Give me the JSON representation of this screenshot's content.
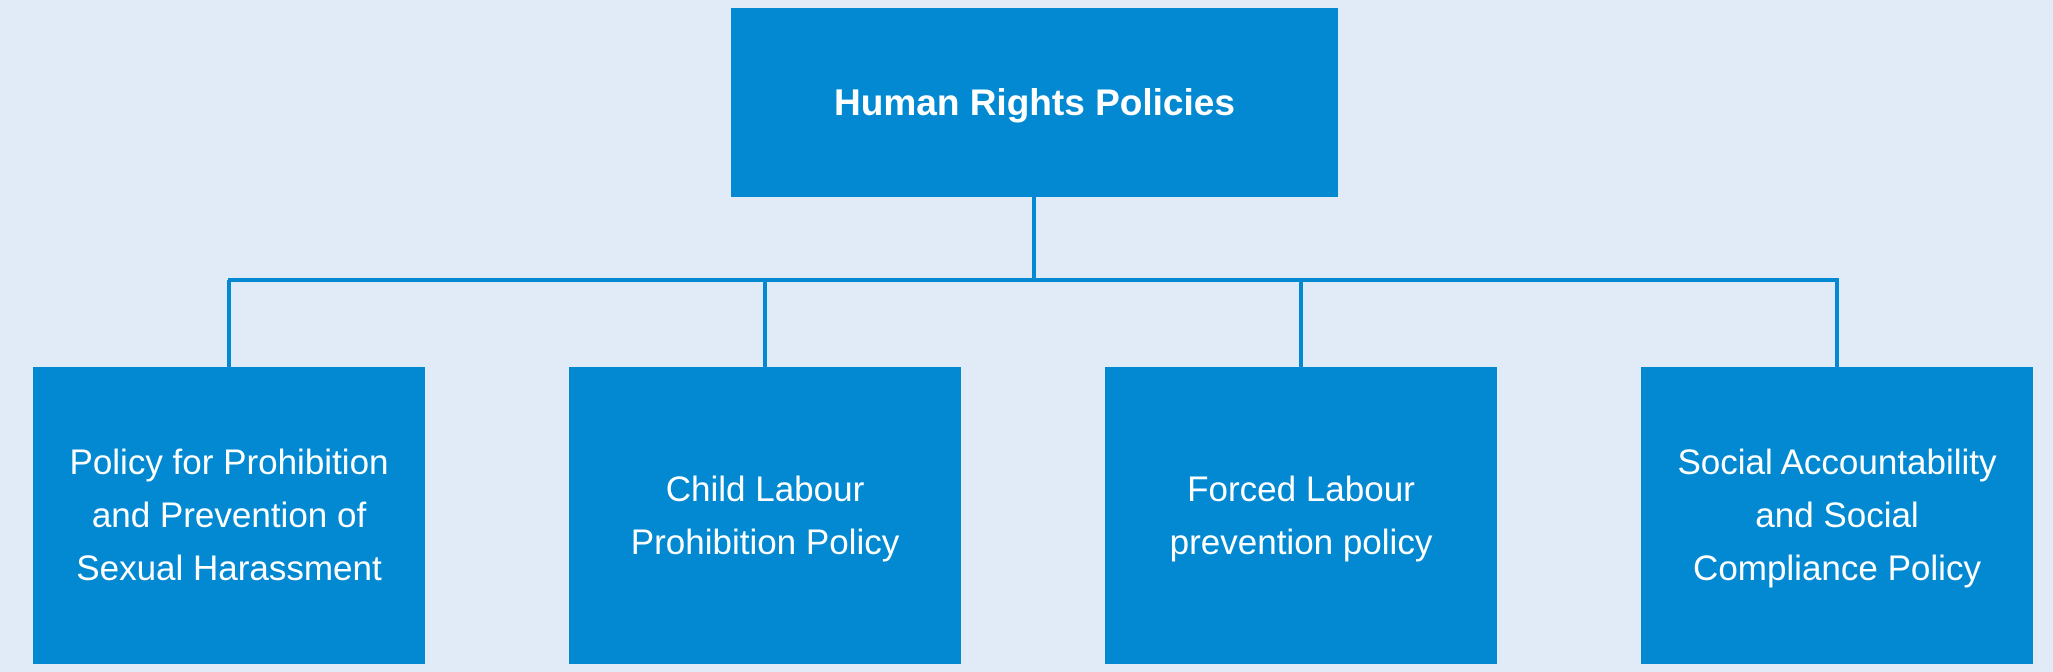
{
  "diagram": {
    "root": {
      "label": "Human Rights Policies"
    },
    "children": [
      {
        "label": "Policy for Prohibition and Prevention of Sexual Harassment"
      },
      {
        "label": "Child Labour Prohibition Policy"
      },
      {
        "label": "Forced Labour prevention policy"
      },
      {
        "label": "Social Accountability and Social Compliance Policy"
      }
    ],
    "colors": {
      "background": "#e1ebf8",
      "box_fill": "#0289d1",
      "connector": "#0289d1",
      "text": "#ffffff"
    }
  }
}
